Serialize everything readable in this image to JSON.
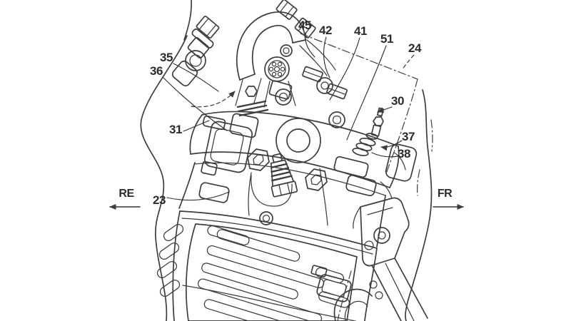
{
  "figure": {
    "kind": "patent line drawing",
    "background_color": "#ffffff",
    "line_color": "#3d3d3d",
    "label_color": "#2b2b2b"
  },
  "reference_labels": [
    {
      "text": "35"
    },
    {
      "text": "36"
    },
    {
      "text": "45"
    },
    {
      "text": "42"
    },
    {
      "text": "41"
    },
    {
      "text": "51"
    },
    {
      "text": "24"
    },
    {
      "text": "30"
    },
    {
      "text": "37"
    },
    {
      "text": "38"
    },
    {
      "text": "31"
    },
    {
      "text": "23"
    }
  ],
  "direction_arrows": {
    "re": {
      "label": "RE",
      "direction": "left"
    },
    "fr": {
      "label": "FR",
      "direction": "right"
    }
  }
}
